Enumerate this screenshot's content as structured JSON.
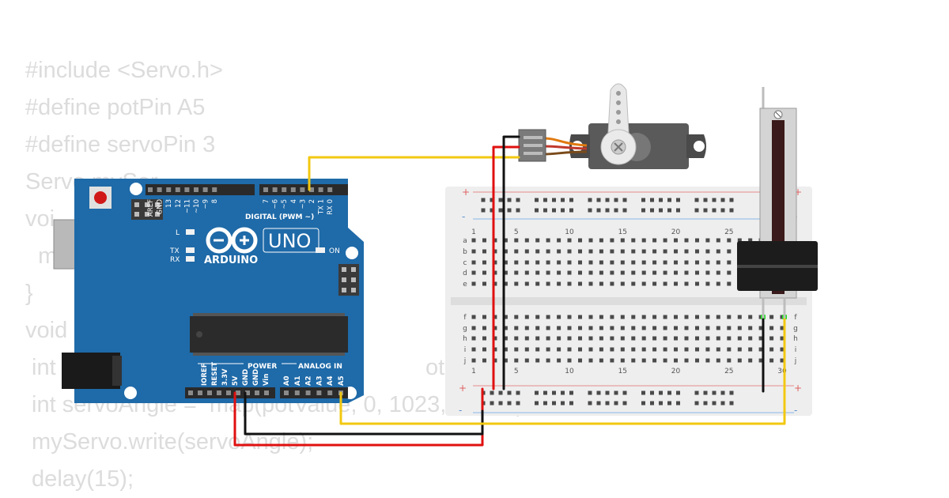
{
  "code_lines": [
    "#include <Servo.h>",
    "#define potPin A5",
    "#define servoPin 3",
    "Servo mySer",
    "voi",
    "  my",
    "}",
    "void",
    " int                                                          otPin);",
    " int servoAngle =  map(potValue, 0, 1023, 0, 180);",
    " myServo.write(servoAngle);",
    " delay(15);"
  ],
  "arduino": {
    "brand": "ARDUINO",
    "model": "UNO",
    "header_digital": "DIGITAL (PWM ~)",
    "header_power": "POWER",
    "header_analog": "ANALOG IN",
    "led_l": "L",
    "led_tx": "TX",
    "led_rx": "RX",
    "led_on": "ON",
    "digital_pins": [
      "AREF",
      "GND",
      "13",
      "12",
      "~11",
      "~10",
      "~9",
      "8",
      "7",
      "~6",
      "~5",
      "4",
      "~3",
      "2",
      "TX 1",
      "RX 0"
    ],
    "power_pins": [
      "IOREF",
      "RESET",
      "3.3V",
      "5V",
      "GND",
      "GND",
      "Vin"
    ],
    "analog_pins": [
      "A0",
      "A1",
      "A2",
      "A3",
      "A4",
      "A5"
    ]
  },
  "breadboard": {
    "column_numbers": [
      "1",
      "5",
      "10",
      "15",
      "20",
      "25",
      "30"
    ],
    "rows_top": [
      "a",
      "b",
      "c",
      "d",
      "e"
    ],
    "rows_bottom": [
      "f",
      "g",
      "h",
      "i",
      "j"
    ],
    "rail_plus": "+",
    "rail_minus": "-"
  },
  "colors": {
    "board": "#1f6aa8",
    "wire_signal": "#f2c811",
    "wire_power": "#e01010",
    "wire_ground": "#111111",
    "code_text": "#dcdcdc",
    "servo_body": "#5a5a5a",
    "breadboard": "#eeeeee"
  }
}
